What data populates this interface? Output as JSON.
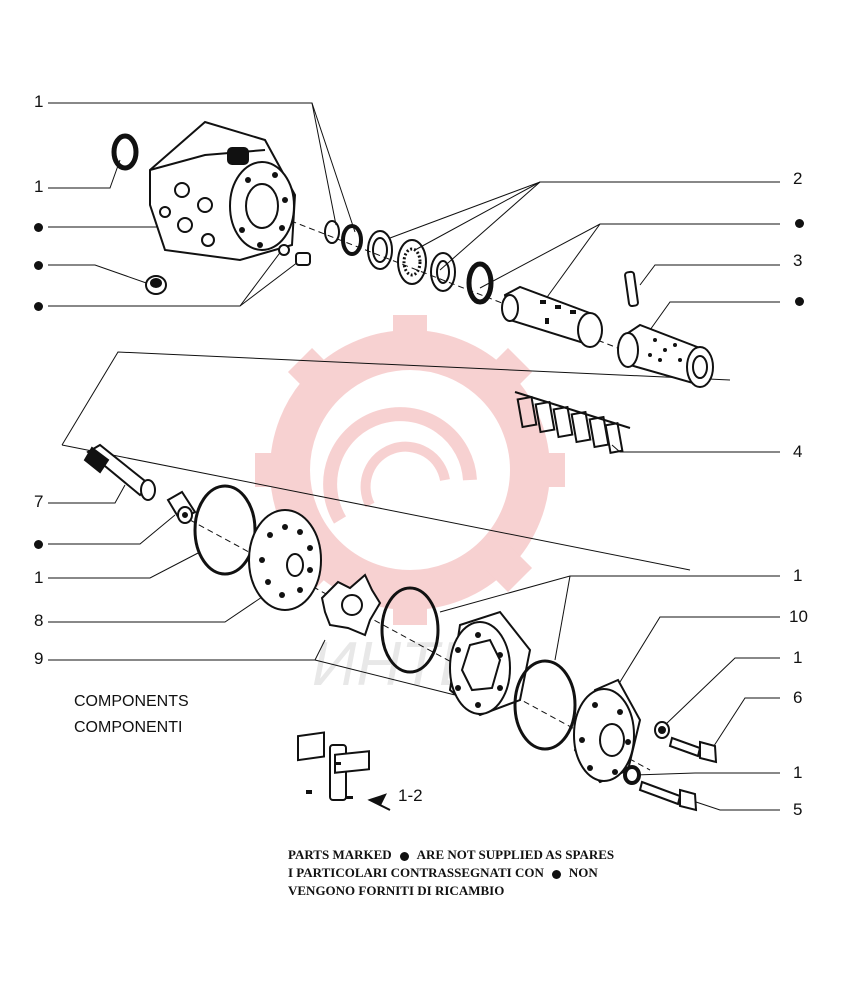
{
  "callouts": {
    "c1_top": "1",
    "c1_seal": "1",
    "c2": "2",
    "c3": "3",
    "c4": "4",
    "c7": "7",
    "c1_mid": "1",
    "c8": "8",
    "c9": "9",
    "c1_right_a": "1",
    "c10": "10",
    "c1_right_b": "1",
    "c6": "6",
    "c1_right_c": "1",
    "c5": "5"
  },
  "caption": {
    "line1": "COMPONENTS",
    "line2": "COMPONENTI"
  },
  "kit_label": "1-2",
  "note": {
    "line1_a": "PARTS MARKED",
    "line1_b": "ARE NOT SUPPLIED AS SPARES",
    "line2_a": "I PARTICOLARI CONTRASSEGNATI CON",
    "line2_b": "NON",
    "line3": "VENGONO FORNITI DI RICAMBIO"
  },
  "watermark": {
    "text": "ИНТЕХ",
    "color": "#f0a0a0"
  }
}
